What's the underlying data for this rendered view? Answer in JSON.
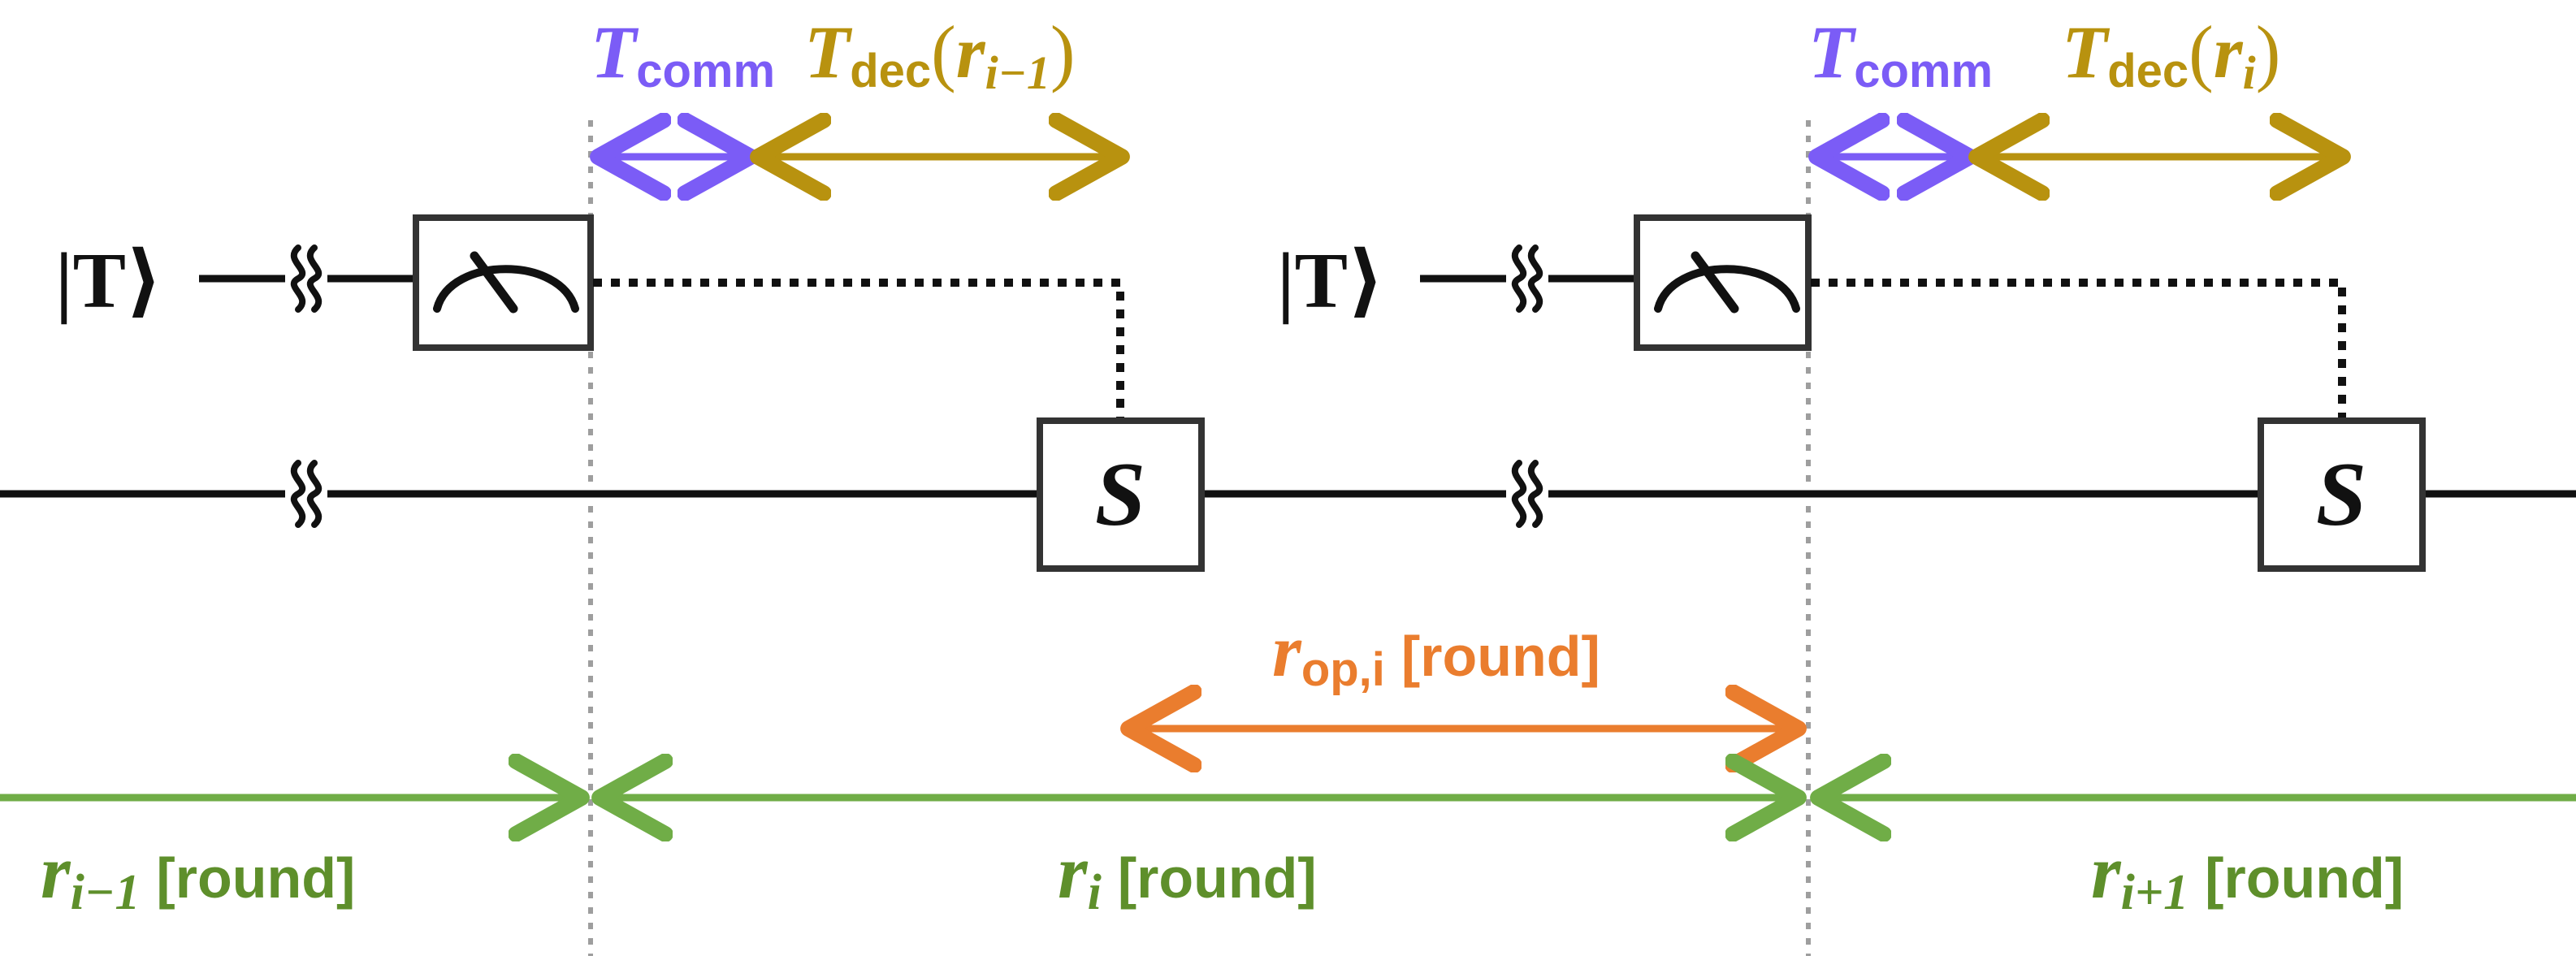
{
  "colors": {
    "comm": "#7b5cf6",
    "decode": "#b8920f",
    "operation": "#ea7d2e",
    "round": "#70ad47",
    "round_text": "#5e8f2b",
    "wire": "#111111",
    "boundary": "#9e9e9e"
  },
  "labels": {
    "ket_1": "|T⟩",
    "ket_2": "|T⟩",
    "gate_1": "S",
    "gate_2": "S",
    "tcomm_1": {
      "base": "T",
      "sub": "comm"
    },
    "tcomm_2": {
      "base": "T",
      "sub": "comm"
    },
    "tdec_1": {
      "base": "T",
      "sub": "dec",
      "arg_base": "r",
      "arg_sub": "i−1"
    },
    "tdec_2": {
      "base": "T",
      "sub": "dec",
      "arg_base": "r",
      "arg_sub": "i"
    },
    "rop": {
      "base": "r",
      "sub": "op,i",
      "unit": "[round]"
    },
    "round_prev": {
      "base": "r",
      "sub": "i−1",
      "unit": "[round]"
    },
    "round_curr": {
      "base": "r",
      "sub": "i",
      "unit": "[round]"
    },
    "round_next": {
      "base": "r",
      "sub": "i+1",
      "unit": "[round]"
    }
  },
  "icons": {
    "measurement": "meter-icon",
    "wire_break": "wavy-break-icon"
  }
}
